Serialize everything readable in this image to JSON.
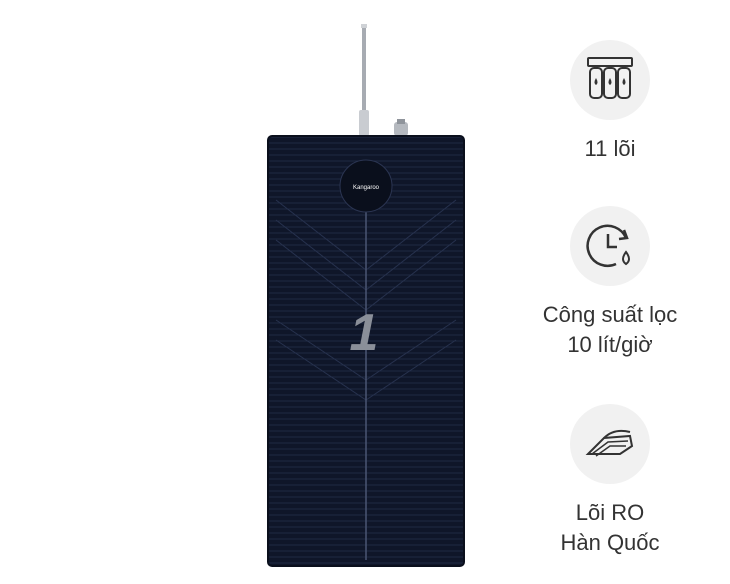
{
  "product": {
    "brand": "Kangaroo",
    "badge_number": "1",
    "body_color": "#0f1629",
    "accent_color": "#8a8f99"
  },
  "features": [
    {
      "icon": "filter-cartridges-icon",
      "label": "11 lõi"
    },
    {
      "icon": "clock-water-drop-icon",
      "label": "Công suất lọc\n10 lít/giờ"
    },
    {
      "icon": "ro-membrane-icon",
      "label": "Lõi RO\nHàn Quốc"
    }
  ]
}
